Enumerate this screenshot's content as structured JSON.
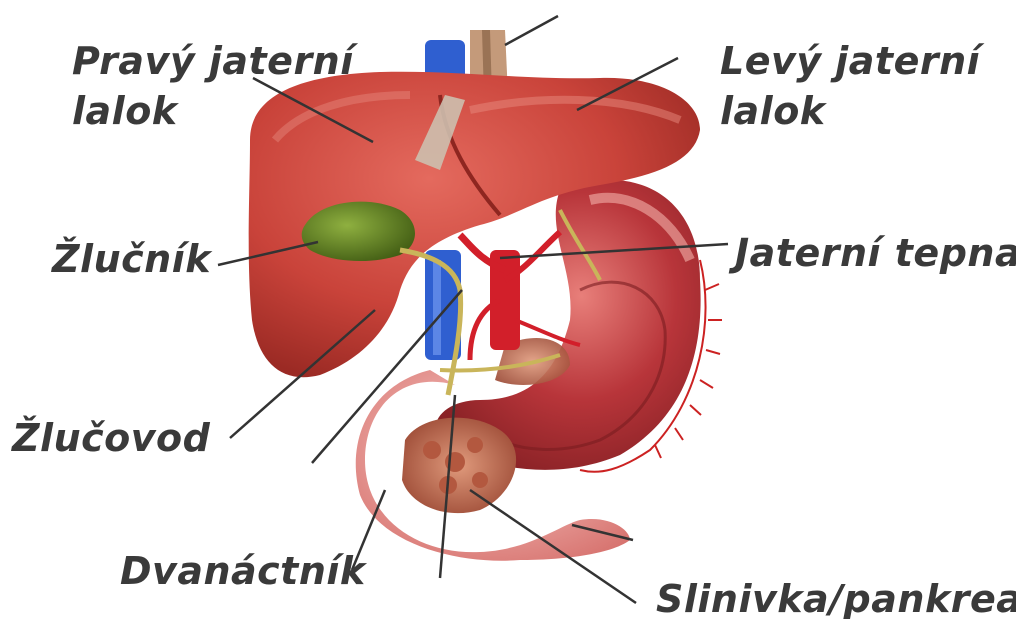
{
  "labels": {
    "right_lobe_line1": "Pravý jaterní",
    "right_lobe_line2": "lalok",
    "left_lobe_line1": "Levý jaterní",
    "left_lobe_line2": "lalok",
    "gallbladder": "Žlučník",
    "hepatic_artery": "Jaterní tepna",
    "bile_duct": "Žlučovod",
    "duodenum": "Dvanáctník",
    "pancreas": "Slinivka/pankreas"
  },
  "colors": {
    "liver": "#c9433a",
    "liver_dark": "#a3302a",
    "gallbladder": "#5c7a22",
    "vein": "#2f5fd0",
    "artery": "#d21f2a",
    "stomach": "#b8353a",
    "stomach_light": "#f0a7a7",
    "duodenum": "#e9908f",
    "pancreas": "#c46a4d",
    "label_text": "#3a3a3a",
    "leader_line": "#333333"
  }
}
